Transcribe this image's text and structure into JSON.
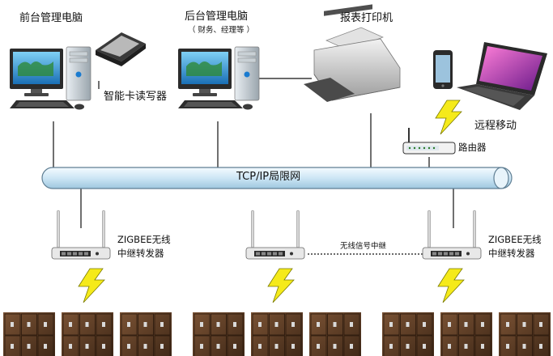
{
  "nodes": {
    "front_pc": "前台管理电脑",
    "back_pc": "后台管理电脑",
    "back_pc_note": "（ 财务、经理等 ）",
    "printer": "报表打印机",
    "card_reader": "智能卡读写器",
    "remote": "远程移动",
    "router": "路由器",
    "bus": "TCP/IP局限网",
    "repeater_left": [
      "ZIGBEE无线",
      "中继转发器"
    ],
    "repeater_right": [
      "ZIGBEE无线",
      "中继转发器"
    ],
    "wireless_link": "无线信号中继"
  },
  "colors": {
    "bus_fill": "#d9ecf7",
    "bus_stroke": "#5f7e93",
    "bolt": "#f5ea1a",
    "bolt_stroke": "#7a7a00",
    "line": "#111111",
    "cabinet": "#5a3a24"
  },
  "icons": {
    "pc": "desktop-computer-icon",
    "printer": "printer-icon",
    "card_reader": "card-reader-icon",
    "phone": "smartphone-icon",
    "laptop": "laptop-icon",
    "router": "router-icon",
    "repeater": "wireless-repeater-icon",
    "bolt": "lightning-bolt-icon",
    "cabinet": "locker-cabinet-icon"
  }
}
